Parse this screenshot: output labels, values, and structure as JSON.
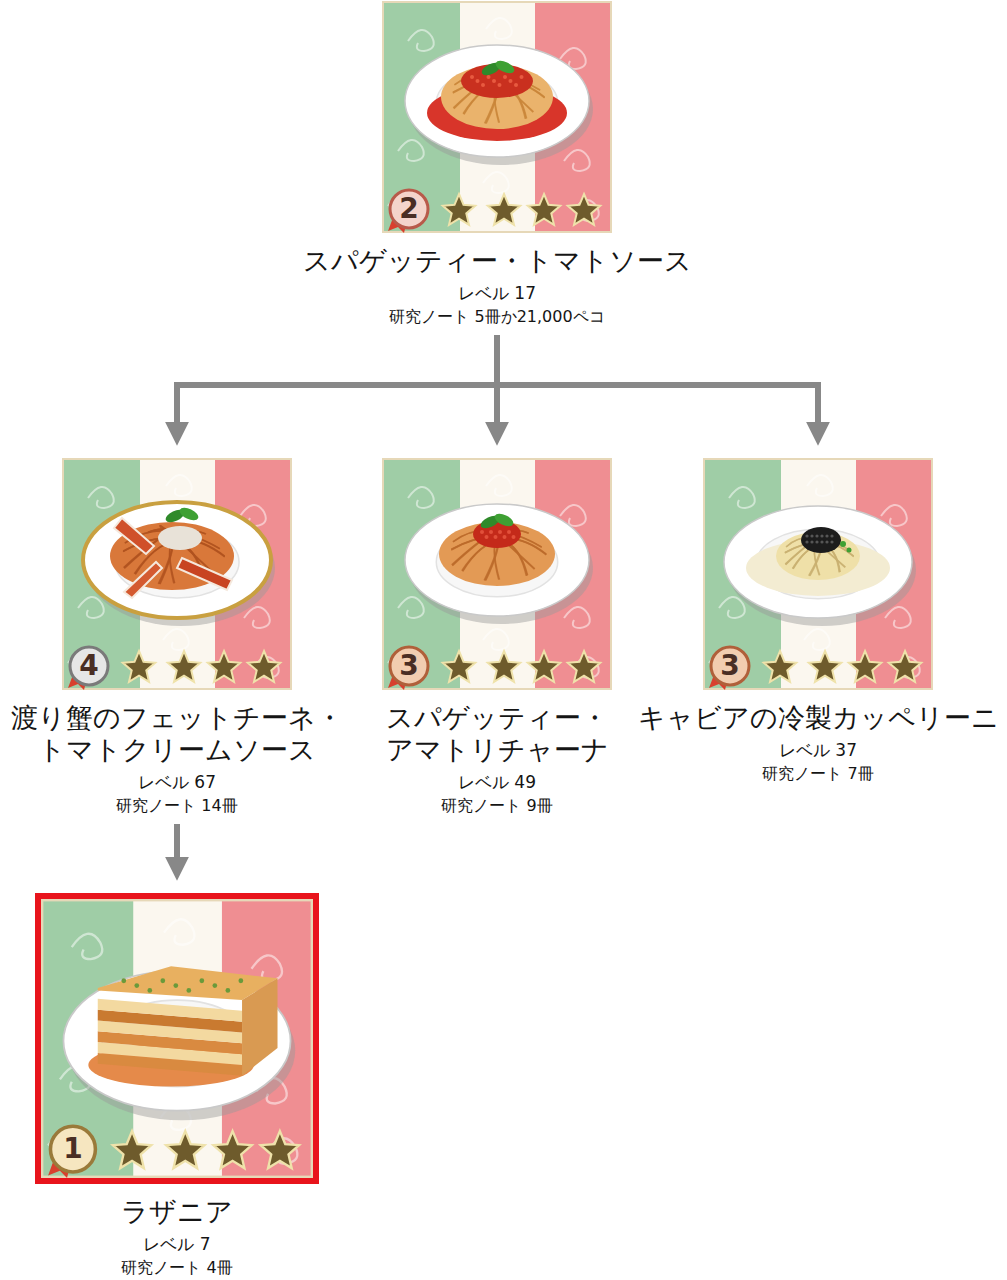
{
  "diagram": {
    "nodes": [
      {
        "text": [
          "2",
          "スパゲッティー・トマトソース",
          "レベル 17",
          "研究ノート 5冊か21,000ペコ"
        ]
      },
      {
        "text": [
          "4",
          "渡り蟹のフェットチーネ・ トマトクリームソース",
          "レベル 67",
          "研究ノート 14冊"
        ]
      },
      {
        "text": [
          "3",
          "スパゲッティー・ アマトリチャーナ",
          "レベル 49",
          "研究ノート 9冊"
        ]
      },
      {
        "text": [
          "3",
          "キャビアの冷製カッペリーニ",
          "レベル 37",
          "研究ノート 7冊"
        ]
      },
      {
        "text": [
          "1",
          "ラザニア",
          "レベル 7",
          "研究ノート 4冊"
        ]
      }
    ],
    "edges": [
      {
        "from": 0,
        "to": 1,
        "arrow": "to"
      },
      {
        "from": 0,
        "to": 2,
        "arrow": "to"
      },
      {
        "from": 0,
        "to": 3,
        "arrow": "to"
      },
      {
        "from": 1,
        "to": 4,
        "arrow": "to"
      }
    ]
  }
}
